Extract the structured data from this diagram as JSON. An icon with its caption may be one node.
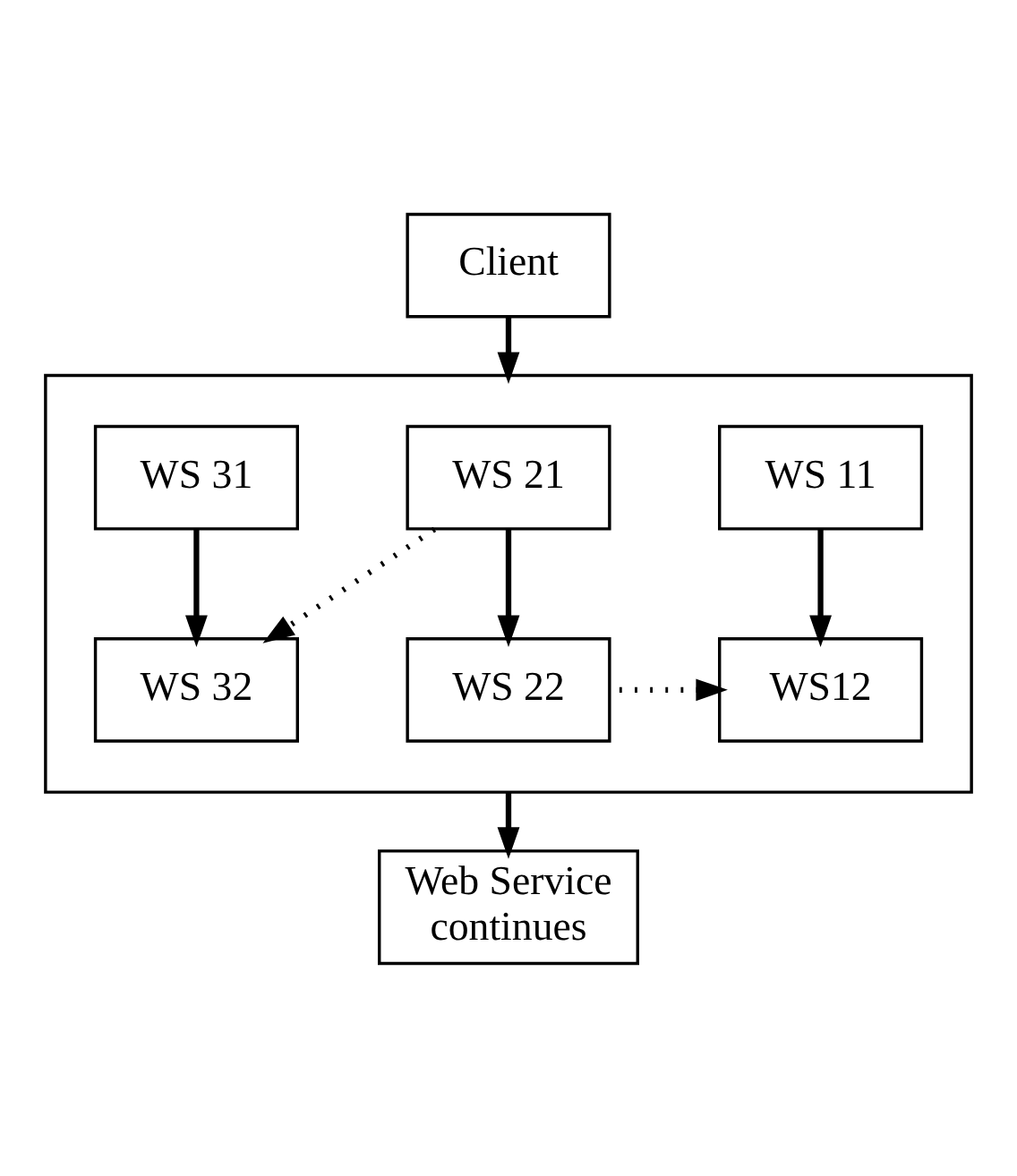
{
  "diagram": {
    "nodes": [
      {
        "text": [
          "Client"
        ]
      },
      {
        "text": [],
        "shape": "box"
      },
      {
        "text": [
          "WS 11"
        ],
        "in": 1
      },
      {
        "text": [
          "WS 21"
        ],
        "in": 1
      },
      {
        "text": [
          "WS 31"
        ],
        "in": 1
      },
      {
        "text": [
          "WS12"
        ],
        "in": 1
      },
      {
        "text": [
          "WS 22"
        ],
        "in": 1
      },
      {
        "text": [
          "WS 32"
        ],
        "in": 1
      },
      {
        "text": [
          "Web Service continues"
        ]
      }
    ],
    "edges": [
      {
        "from": 0,
        "to": 1,
        "arrow": "to"
      },
      {
        "from": 2,
        "to": 5,
        "arrow": "to"
      },
      {
        "from": 3,
        "to": 6,
        "arrow": "to"
      },
      {
        "from": 4,
        "to": 7,
        "arrow": "to"
      },
      {
        "from": 3,
        "to": 7,
        "arrow": "to",
        "style": "dashed"
      },
      {
        "from": 6,
        "to": 5,
        "arrow": "to",
        "style": "dashed"
      },
      {
        "from": 1,
        "to": 8,
        "arrow": "to"
      }
    ]
  }
}
